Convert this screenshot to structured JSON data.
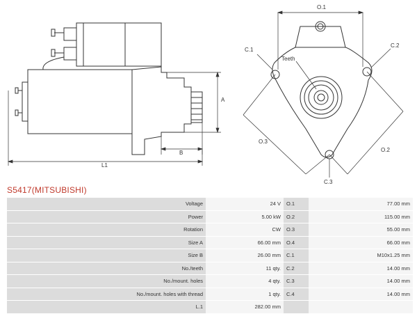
{
  "product": {
    "title": "S5417(MITSUBISHI)"
  },
  "drawing_labels": {
    "a": "A",
    "b": "B",
    "l1": "L1",
    "o1": "O.1",
    "o2": "O.2",
    "o3": "O.3",
    "c1": "C.1",
    "c2": "C.2",
    "c3": "C.3",
    "teeth": "Teeth"
  },
  "specs": [
    {
      "label": "Voltage",
      "value": "24 V",
      "code": "O.1",
      "code_value": "77.00 mm"
    },
    {
      "label": "Power",
      "value": "5.00 kW",
      "code": "O.2",
      "code_value": "115.00 mm"
    },
    {
      "label": "Rotation",
      "value": "CW",
      "code": "O.3",
      "code_value": "55.00 mm"
    },
    {
      "label": "Size A",
      "value": "66.00 mm",
      "code": "O.4",
      "code_value": "66.00 mm"
    },
    {
      "label": "Size B",
      "value": "26.00 mm",
      "code": "C.1",
      "code_value": "M10x1.25 mm"
    },
    {
      "label": "No./teeth",
      "value": "11 qty.",
      "code": "C.2",
      "code_value": "14.00 mm"
    },
    {
      "label": "No./mount. holes",
      "value": "4 qty.",
      "code": "C.3",
      "code_value": "14.00 mm"
    },
    {
      "label": "No./mount. holes with thread",
      "value": "1 qty.",
      "code": "C.4",
      "code_value": "14.00 mm"
    },
    {
      "label": "L.1",
      "value": "282.00 mm",
      "code": "",
      "code_value": ""
    }
  ]
}
